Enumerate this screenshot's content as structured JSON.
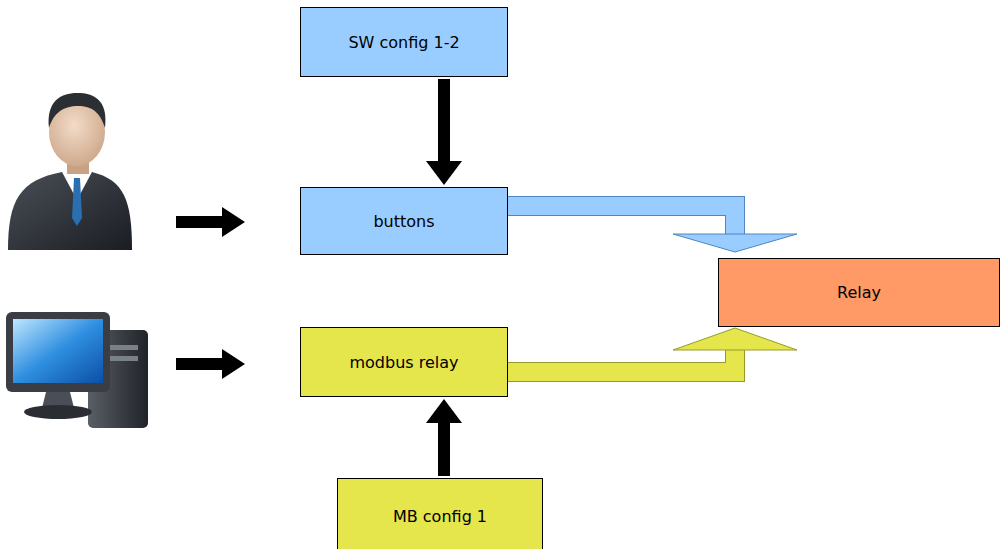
{
  "diagram": {
    "nodes": [
      {
        "text": [
          "SW config 1-2"
        ]
      },
      {
        "text": [
          "buttons"
        ]
      },
      {
        "text": [
          "modbus relay"
        ]
      },
      {
        "text": [
          "MB config 1"
        ]
      },
      {
        "text": [
          "Relay"
        ]
      }
    ],
    "edges": [
      {
        "from": 0,
        "to": 1,
        "arrow": "to"
      },
      {
        "from": 3,
        "to": 2,
        "arrow": "to"
      },
      {
        "from": 1,
        "to": 4,
        "arrow": "to"
      },
      {
        "from": 2,
        "to": 4,
        "arrow": "to"
      }
    ]
  }
}
